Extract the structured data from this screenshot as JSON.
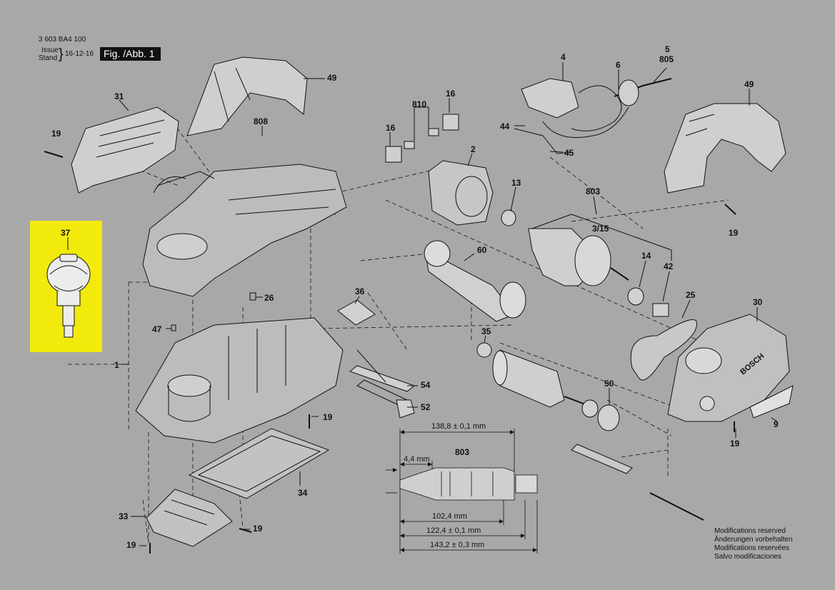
{
  "header": {
    "doc_number": "3 603 BA4 100",
    "issue_label": "Issue",
    "stand_label": "Stand",
    "date": "16-12-16",
    "figure": "Fig. /Abb. 1"
  },
  "callouts": {
    "c37": "37",
    "c31": "31",
    "c19a": "19",
    "c49a": "49",
    "c808": "808",
    "c810": "810",
    "c16a": "16",
    "c16b": "16",
    "c2": "2",
    "c4": "4",
    "c5": "5",
    "c805": "805",
    "c6": "6",
    "c44": "44",
    "c45": "45",
    "c49b": "49",
    "c19b": "19",
    "c13": "13",
    "c803a": "803",
    "c3_15": "3/15",
    "c14": "14",
    "c42": "42",
    "c25": "25",
    "c30": "30",
    "c60": "60",
    "c36": "36",
    "c26": "26",
    "c47": "47",
    "c1": "1",
    "c35": "35",
    "c54": "54",
    "c52": "52",
    "c50": "50",
    "c19c": "19",
    "c9": "9",
    "c19d": "19",
    "c34": "34",
    "c33": "33",
    "c19e": "19",
    "c19f": "19",
    "c803b": "803"
  },
  "dimensions": {
    "d1": "138,8 ± 0,1 mm",
    "d2": "4,4 mm",
    "d3": "102,4 mm",
    "d4": "122,4 ± 0,1 mm",
    "d5": "143,2 ± 0,3 mm"
  },
  "footer": {
    "line1": "Modifications reserved",
    "line2": "Änderungen vorbehalten",
    "line3": "Modifications reservées",
    "line4": "Salvo modificaciones"
  },
  "highlight_color": "#f2ea0c",
  "brand_mark": "BOSCH"
}
